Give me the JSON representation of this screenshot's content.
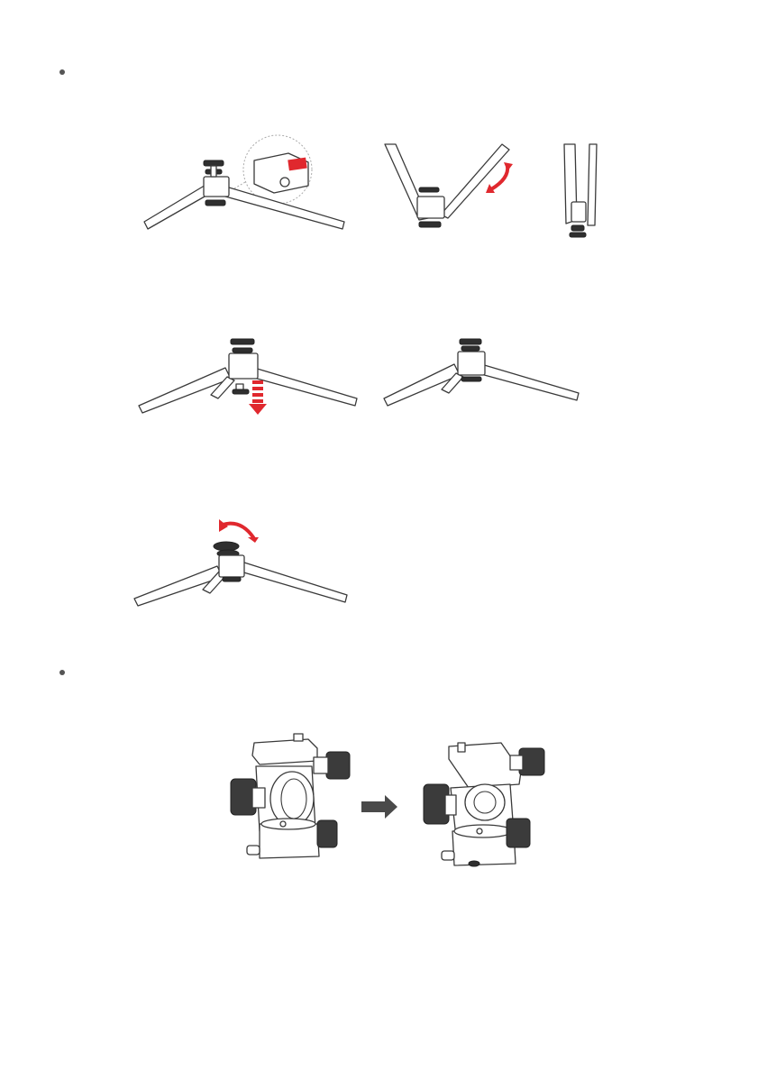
{
  "page": {
    "background": "#ffffff"
  },
  "colors": {
    "accent": "#e0282e",
    "line": "#3a3a3a",
    "arrow": "#4a4a4a"
  },
  "section1": {
    "bullet": "•",
    "figures": [
      {
        "id": "tripod-release-detail",
        "icon": "tripod-with-lock-zoom-icon"
      },
      {
        "id": "tripod-folding-legs",
        "icon": "tripod-folding-arrow-icon"
      },
      {
        "id": "tripod-folded",
        "icon": "tripod-folded-icon"
      },
      {
        "id": "tripod-screw-remove",
        "icon": "tripod-screw-down-arrow-icon"
      },
      {
        "id": "tripod-screw-removed",
        "icon": "tripod-standard-icon"
      },
      {
        "id": "tripod-head-rotate",
        "icon": "tripod-rotate-arrow-icon"
      }
    ]
  },
  "section2": {
    "bullet": "•",
    "figures": [
      {
        "id": "ballhead-before",
        "icon": "ball-head-plate-icon"
      },
      {
        "id": "transition-arrow",
        "icon": "arrow-right-icon"
      },
      {
        "id": "ballhead-after",
        "icon": "ball-head-rotated-icon"
      }
    ]
  }
}
